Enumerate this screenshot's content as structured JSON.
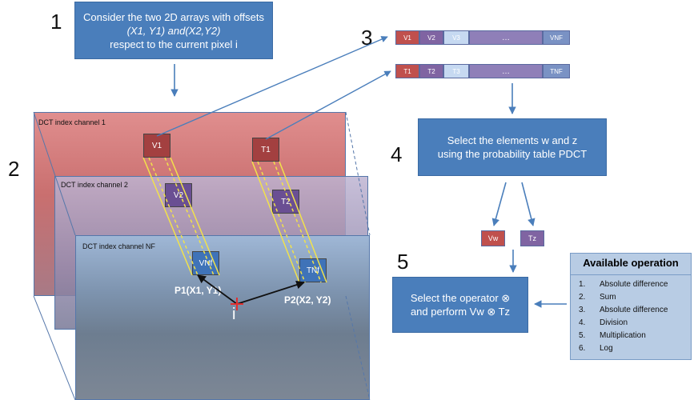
{
  "steps": {
    "s1": "1",
    "s2": "2",
    "s3": "3",
    "s4": "4",
    "s5": "5"
  },
  "box1": {
    "line1": "Consider the two 2D arrays with offsets",
    "line2": "(X1, Y1) and(X2,Y2)",
    "line3": "respect to the current pixel i"
  },
  "array_v": [
    "V1",
    "V2",
    "V3",
    "…",
    "VNF"
  ],
  "array_t": [
    "T1",
    "T2",
    "T3",
    "…",
    "TNF"
  ],
  "box4": {
    "line1": "Select the elements w and z",
    "line2": "using the probability table PDCT"
  },
  "vw": "Vw",
  "tz": "Tz",
  "box5": {
    "line1": "Select the operator ⊗",
    "line2": "and perform Vw ⊗ Tz"
  },
  "channels": {
    "ch1": "DCT index channel 1",
    "ch2": "DCT index channel 2",
    "chnf": "DCT index channel NF"
  },
  "squares": {
    "v1": "V1",
    "t1": "T1",
    "v2": "V2",
    "t2": "T2",
    "vnf": "VNf",
    "tnf": "TNf"
  },
  "points": {
    "p1": "P1(X1, Y1)",
    "p2": "P2(X2, Y2)",
    "i": "i"
  },
  "operations": {
    "title": "Available operation",
    "items": [
      {
        "num": "1.",
        "label": "Absolute difference"
      },
      {
        "num": "2.",
        "label": "Sum"
      },
      {
        "num": "3.",
        "label": "Absolute difference"
      },
      {
        "num": "4.",
        "label": "Division"
      },
      {
        "num": "5.",
        "label": "Multiplication"
      },
      {
        "num": "6.",
        "label": "Log"
      }
    ]
  },
  "colors": {
    "box_blue": "#4a7ebb",
    "red_cell": "#c0504d",
    "purple_cell": "#8064a2",
    "light_cell": "#b8cce4",
    "channel1": "#d98080",
    "op_panel": "#b8cce4"
  }
}
